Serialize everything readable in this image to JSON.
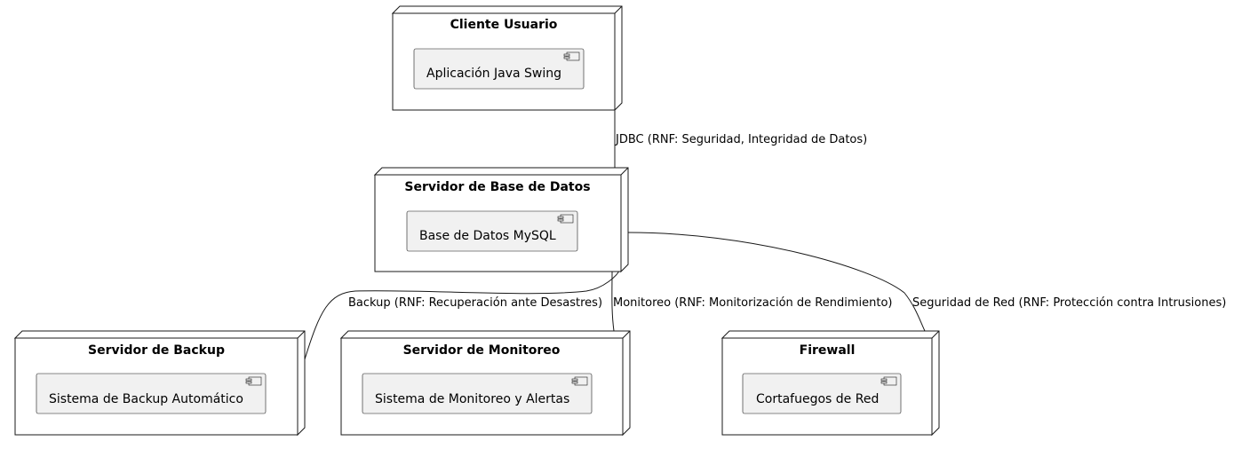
{
  "nodes": {
    "cliente": {
      "title": "Cliente Usuario",
      "component": "Aplicación Java Swing"
    },
    "bd": {
      "title": "Servidor de Base de Datos",
      "component": "Base de Datos MySQL"
    },
    "backup": {
      "title": "Servidor de Backup",
      "component": "Sistema de Backup Automático"
    },
    "monitoreo": {
      "title": "Servidor de Monitoreo",
      "component": "Sistema de Monitoreo y Alertas"
    },
    "firewall": {
      "title": "Firewall",
      "component": "Cortafuegos de Red"
    }
  },
  "edges": {
    "jdbc": "JDBC (RNF: Seguridad, Integridad de Datos)",
    "backup": "Backup (RNF: Recuperación ante Desastres)",
    "monitoreo": "Monitoreo (RNF: Monitorización de Rendimiento)",
    "seguridad": "Seguridad de Red (RNF: Protección contra Intrusiones)"
  },
  "colors": {
    "node_fill": "#ffffff",
    "component_fill": "#f1f1f1",
    "stroke": "#181818"
  }
}
